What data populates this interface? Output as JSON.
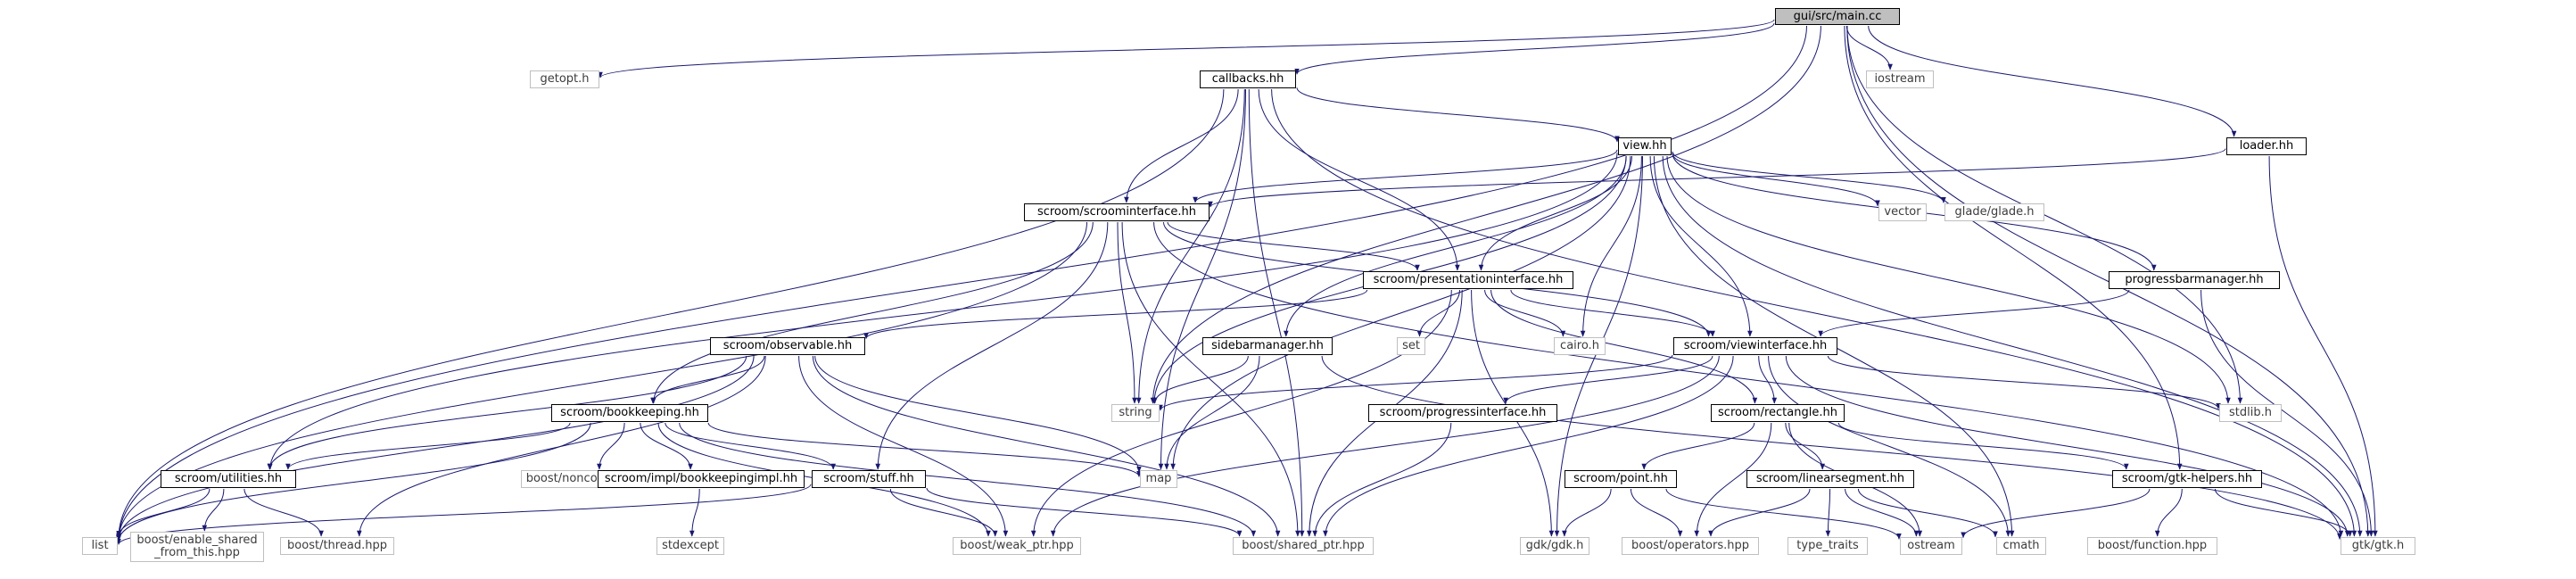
{
  "diagram": {
    "root": "gui/src/main.cc",
    "nodes": [
      {
        "id": "main",
        "label": "gui/src/main.cc",
        "kind": "root"
      },
      {
        "id": "getopt",
        "label": "getopt.h",
        "kind": "ext"
      },
      {
        "id": "callbacks",
        "label": "callbacks.hh",
        "kind": "int"
      },
      {
        "id": "iostream",
        "label": "iostream",
        "kind": "ext"
      },
      {
        "id": "loader",
        "label": "loader.hh",
        "kind": "int"
      },
      {
        "id": "view",
        "label": "view.hh",
        "kind": "int"
      },
      {
        "id": "scroominterface",
        "label": "scroom/scroominterface.hh",
        "kind": "int"
      },
      {
        "id": "vector",
        "label": "vector",
        "kind": "ext"
      },
      {
        "id": "glade",
        "label": "glade/glade.h",
        "kind": "ext"
      },
      {
        "id": "presentationinterface",
        "label": "scroom/presentationinterface.hh",
        "kind": "int"
      },
      {
        "id": "progressbarmanager",
        "label": "progressbarmanager.hh",
        "kind": "int"
      },
      {
        "id": "observable",
        "label": "scroom/observable.hh",
        "kind": "int"
      },
      {
        "id": "sidebarmanager",
        "label": "sidebarmanager.hh",
        "kind": "int"
      },
      {
        "id": "set",
        "label": "set",
        "kind": "ext"
      },
      {
        "id": "cairo",
        "label": "cairo.h",
        "kind": "ext"
      },
      {
        "id": "viewinterface",
        "label": "scroom/viewinterface.hh",
        "kind": "int"
      },
      {
        "id": "string",
        "label": "string",
        "kind": "ext"
      },
      {
        "id": "progressinterface",
        "label": "scroom/progressinterface.hh",
        "kind": "int"
      },
      {
        "id": "rectangle",
        "label": "scroom/rectangle.hh",
        "kind": "int"
      },
      {
        "id": "stdlib",
        "label": "stdlib.h",
        "kind": "ext"
      },
      {
        "id": "bookkeeping",
        "label": "scroom/bookkeeping.hh",
        "kind": "int"
      },
      {
        "id": "map",
        "label": "map",
        "kind": "ext"
      },
      {
        "id": "utilities",
        "label": "scroom/utilities.hh",
        "kind": "int"
      },
      {
        "id": "noncopyable",
        "label": "boost/noncopyable.hpp",
        "kind": "ext"
      },
      {
        "id": "bookkeepingimpl",
        "label": "scroom/impl/bookkeepingimpl.hh",
        "kind": "int"
      },
      {
        "id": "stuff",
        "label": "scroom/stuff.hh",
        "kind": "int"
      },
      {
        "id": "point",
        "label": "scroom/point.hh",
        "kind": "int"
      },
      {
        "id": "linearsegment",
        "label": "scroom/linearsegment.hh",
        "kind": "int"
      },
      {
        "id": "gtkhelpers",
        "label": "scroom/gtk-helpers.hh",
        "kind": "int"
      },
      {
        "id": "list",
        "label": "list",
        "kind": "ext"
      },
      {
        "id": "enableshared",
        "label": "boost/enable_shared\n_from_this.hpp",
        "kind": "ext"
      },
      {
        "id": "thread",
        "label": "boost/thread.hpp",
        "kind": "ext"
      },
      {
        "id": "stdexcept",
        "label": "stdexcept",
        "kind": "ext"
      },
      {
        "id": "weakptr",
        "label": "boost/weak_ptr.hpp",
        "kind": "ext"
      },
      {
        "id": "sharedptr",
        "label": "boost/shared_ptr.hpp",
        "kind": "ext"
      },
      {
        "id": "gdk",
        "label": "gdk/gdk.h",
        "kind": "ext"
      },
      {
        "id": "operators",
        "label": "boost/operators.hpp",
        "kind": "ext"
      },
      {
        "id": "typetraits",
        "label": "type_traits",
        "kind": "ext"
      },
      {
        "id": "ostream",
        "label": "ostream",
        "kind": "ext"
      },
      {
        "id": "cmath",
        "label": "cmath",
        "kind": "ext"
      },
      {
        "id": "function",
        "label": "boost/function.hpp",
        "kind": "ext"
      },
      {
        "id": "gtk",
        "label": "gtk/gtk.h",
        "kind": "ext"
      }
    ],
    "edges": [
      [
        "main",
        "getopt"
      ],
      [
        "main",
        "callbacks"
      ],
      [
        "main",
        "iostream"
      ],
      [
        "main",
        "loader"
      ],
      [
        "main",
        "list"
      ],
      [
        "main",
        "string"
      ],
      [
        "main",
        "stdlib"
      ],
      [
        "main",
        "gtkhelpers"
      ],
      [
        "main",
        "gtk"
      ],
      [
        "callbacks",
        "view"
      ],
      [
        "callbacks",
        "scroominterface"
      ],
      [
        "callbacks",
        "presentationinterface"
      ],
      [
        "callbacks",
        "string"
      ],
      [
        "callbacks",
        "map"
      ],
      [
        "callbacks",
        "list"
      ],
      [
        "callbacks",
        "sharedptr"
      ],
      [
        "callbacks",
        "gtk"
      ],
      [
        "loader",
        "scroominterface"
      ],
      [
        "loader",
        "gtk"
      ],
      [
        "view",
        "scroominterface"
      ],
      [
        "view",
        "presentationinterface"
      ],
      [
        "view",
        "viewinterface"
      ],
      [
        "view",
        "sidebarmanager"
      ],
      [
        "view",
        "progressbarmanager"
      ],
      [
        "view",
        "vector"
      ],
      [
        "view",
        "glade"
      ],
      [
        "view",
        "cairo"
      ],
      [
        "view",
        "string"
      ],
      [
        "view",
        "map"
      ],
      [
        "view",
        "stdlib"
      ],
      [
        "view",
        "cmath"
      ],
      [
        "view",
        "utilities"
      ],
      [
        "view",
        "gtk"
      ],
      [
        "view",
        "gdk"
      ],
      [
        "scroominterface",
        "presentationinterface"
      ],
      [
        "scroominterface",
        "viewinterface"
      ],
      [
        "scroominterface",
        "bookkeeping"
      ],
      [
        "scroominterface",
        "string"
      ],
      [
        "scroominterface",
        "list"
      ],
      [
        "scroominterface",
        "sharedptr"
      ],
      [
        "scroominterface",
        "gtk"
      ],
      [
        "scroominterface",
        "stuff"
      ],
      [
        "presentationinterface",
        "observable"
      ],
      [
        "presentationinterface",
        "viewinterface"
      ],
      [
        "presentationinterface",
        "rectangle"
      ],
      [
        "presentationinterface",
        "set"
      ],
      [
        "presentationinterface",
        "cairo"
      ],
      [
        "presentationinterface",
        "gdk"
      ],
      [
        "presentationinterface",
        "weakptr"
      ],
      [
        "presentationinterface",
        "sharedptr"
      ],
      [
        "progressbarmanager",
        "viewinterface"
      ],
      [
        "progressbarmanager",
        "gtk"
      ],
      [
        "sidebarmanager",
        "string"
      ],
      [
        "sidebarmanager",
        "map"
      ],
      [
        "sidebarmanager",
        "gtk"
      ],
      [
        "viewinterface",
        "progressinterface"
      ],
      [
        "viewinterface",
        "rectangle"
      ],
      [
        "viewinterface",
        "string"
      ],
      [
        "viewinterface",
        "stdlib"
      ],
      [
        "viewinterface",
        "cmath"
      ],
      [
        "viewinterface",
        "gtk"
      ],
      [
        "viewinterface",
        "weakptr"
      ],
      [
        "viewinterface",
        "sharedptr"
      ],
      [
        "observable",
        "bookkeeping"
      ],
      [
        "observable",
        "utilities"
      ],
      [
        "observable",
        "map"
      ],
      [
        "observable",
        "list"
      ],
      [
        "observable",
        "thread"
      ],
      [
        "observable",
        "weakptr"
      ],
      [
        "observable",
        "sharedptr"
      ],
      [
        "progressinterface",
        "sharedptr"
      ],
      [
        "rectangle",
        "point"
      ],
      [
        "rectangle",
        "linearsegment"
      ],
      [
        "rectangle",
        "gtkhelpers"
      ],
      [
        "rectangle",
        "operators"
      ],
      [
        "rectangle",
        "ostream"
      ],
      [
        "bookkeeping",
        "utilities"
      ],
      [
        "bookkeeping",
        "noncopyable"
      ],
      [
        "bookkeeping",
        "bookkeepingimpl"
      ],
      [
        "bookkeeping",
        "stuff"
      ],
      [
        "bookkeeping",
        "map"
      ],
      [
        "bookkeeping",
        "list"
      ],
      [
        "bookkeeping",
        "weakptr"
      ],
      [
        "bookkeeping",
        "sharedptr"
      ],
      [
        "utilities",
        "list"
      ],
      [
        "utilities",
        "enableshared"
      ],
      [
        "utilities",
        "thread"
      ],
      [
        "bookkeepingimpl",
        "stdexcept"
      ],
      [
        "stuff",
        "list"
      ],
      [
        "stuff",
        "weakptr"
      ],
      [
        "stuff",
        "sharedptr"
      ],
      [
        "point",
        "gdk"
      ],
      [
        "point",
        "operators"
      ],
      [
        "point",
        "ostream"
      ],
      [
        "linearsegment",
        "operators"
      ],
      [
        "linearsegment",
        "typetraits"
      ],
      [
        "linearsegment",
        "ostream"
      ],
      [
        "linearsegment",
        "cmath"
      ],
      [
        "gtkhelpers",
        "function"
      ],
      [
        "gtkhelpers",
        "gtk"
      ],
      [
        "gtkhelpers",
        "ostream"
      ]
    ]
  },
  "colors": {
    "edge": "#191970",
    "internal_border": "#000000",
    "external_border": "#bfbfbf",
    "root_fill": "#bfbfbf"
  }
}
